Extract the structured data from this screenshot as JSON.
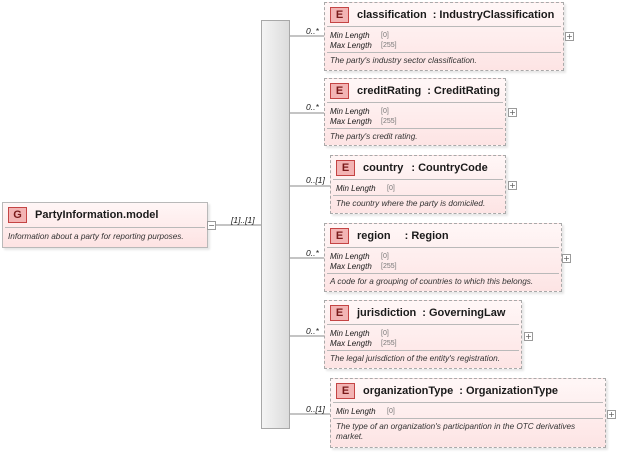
{
  "group": {
    "badge": "G",
    "title": "PartyInformation.model",
    "description": "Information about a party for reporting purposes.",
    "occurrence": "[1]..[1]"
  },
  "elements": [
    {
      "badge": "E",
      "name": "classification",
      "type": ": IndustryClassification",
      "occurrence": "0..*",
      "facets": [
        {
          "label": "Min Length",
          "value": "[0]"
        },
        {
          "label": "Max Length",
          "value": "[255]"
        }
      ],
      "description": "The party's industry sector classification."
    },
    {
      "badge": "E",
      "name": "creditRating",
      "type": ": CreditRating",
      "occurrence": "0..*",
      "facets": [
        {
          "label": "Min Length",
          "value": "[0]"
        },
        {
          "label": "Max Length",
          "value": "[255]"
        }
      ],
      "description": "The party's credit rating."
    },
    {
      "badge": "E",
      "name": "country",
      "type": ": CountryCode",
      "occurrence": "0..[1]",
      "facets": [
        {
          "label": "Min Length",
          "value": "[0]"
        }
      ],
      "description": "The country where the party is domiciled."
    },
    {
      "badge": "E",
      "name": "region",
      "type": ": Region",
      "occurrence": "0..*",
      "facets": [
        {
          "label": "Min Length",
          "value": "[0]"
        },
        {
          "label": "Max Length",
          "value": "[255]"
        }
      ],
      "description": "A code for a grouping of countries to which this belongs."
    },
    {
      "badge": "E",
      "name": "jurisdiction",
      "type": ": GoverningLaw",
      "occurrence": "0..*",
      "facets": [
        {
          "label": "Min Length",
          "value": "[0]"
        },
        {
          "label": "Max Length",
          "value": "[255]"
        }
      ],
      "description": "The legal jurisdiction of the entity's registration."
    },
    {
      "badge": "E",
      "name": "organizationType",
      "type": ": OrganizationType",
      "occurrence": "0..[1]",
      "facets": [
        {
          "label": "Min Length",
          "value": "[0]"
        }
      ],
      "description": "The type of an organization's participantion in the OTC derivatives market."
    }
  ]
}
